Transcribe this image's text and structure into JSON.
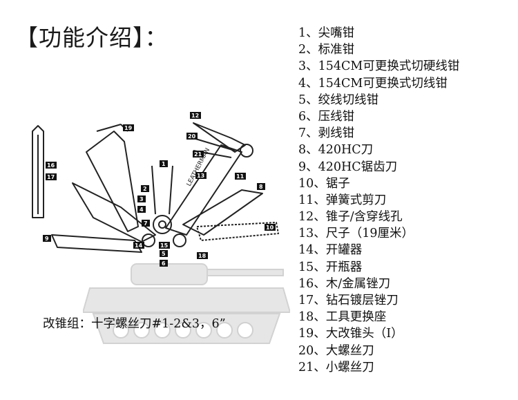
{
  "title": "【功能介绍】：",
  "features": [
    "1、尖嘴钳",
    "2、标准钳",
    "3、154CM可更换式切硬线钳",
    "4、154CM可更换式切线钳",
    "5、绞线切线钳",
    "6、压线钳",
    "7、剥线钳",
    "8、420HC刀",
    "9、420HC锯齿刀",
    "10、锯子",
    "11、弹簧式剪刀",
    "12、锥子/含穿线孔",
    "13、尺子（19厘米）",
    "14、开罐器",
    "15、开瓶器",
    "16、木/金属锉刀",
    "17、钻石镀层锉刀",
    "18、工具更换座",
    "19、大改锥头（I）",
    "20、大螺丝刀",
    "21、小螺丝刀"
  ],
  "note": "改锥组：十字螺丝刀#1-2&3，6”",
  "callouts": [
    "1",
    "2",
    "3",
    "4",
    "5",
    "6",
    "7",
    "8",
    "9",
    "10",
    "11",
    "12",
    "13",
    "14",
    "15",
    "16",
    "17",
    "18",
    "19",
    "20",
    "21"
  ],
  "brand_text": "LEATHERMAN"
}
